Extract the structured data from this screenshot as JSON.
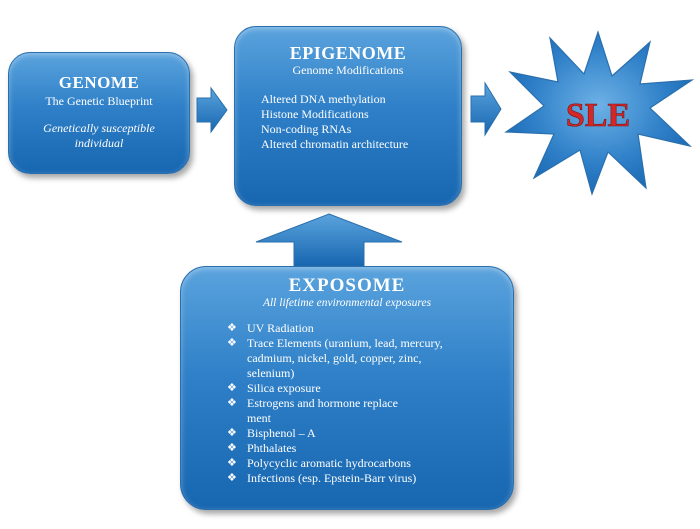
{
  "genome": {
    "title": "GENOME",
    "subtitle": "The Genetic Blueprint",
    "note": "Genetically susceptible individual"
  },
  "epigenome": {
    "title": "EPIGENOME",
    "subtitle": "Genome Modifications",
    "items": [
      "Altered DNA methylation",
      "Histone  Modifications",
      "Non-coding RNAs",
      "Altered chromatin architecture"
    ]
  },
  "outcome": {
    "label": "SLE",
    "color": "#d32828"
  },
  "exposome": {
    "title": "EXPOSOME",
    "subtitle": "All lifetime environmental exposures",
    "bullet": "❖",
    "items": [
      "UV Radiation",
      "Trace Elements (uranium, lead, mercury, cadmium, nickel, gold, copper, zinc, selenium)",
      "Silica exposure",
      "Estrogens and hormone replace ment",
      "Bisphenol  – A",
      "Phthalates",
      "Polycyclic aromatic hydrocarbons",
      "Infections (esp. Epstein-Barr virus)"
    ]
  },
  "colors": {
    "box_fill": "#2f80c8",
    "arrow_fill": "#2f7fc6"
  }
}
